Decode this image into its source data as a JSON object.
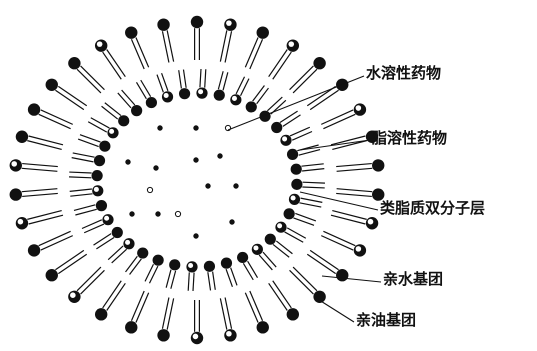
{
  "diagram": {
    "labels": {
      "water_soluble_drug": "水溶性药物",
      "fat_soluble_drug": "脂溶性药物",
      "lipid_bilayer": "类脂质双分子层",
      "hydrophilic_group": "亲水基团",
      "lipophilic_group": "亲油基团"
    },
    "colors": {
      "ink": "#111111",
      "background": "#ffffff"
    }
  }
}
